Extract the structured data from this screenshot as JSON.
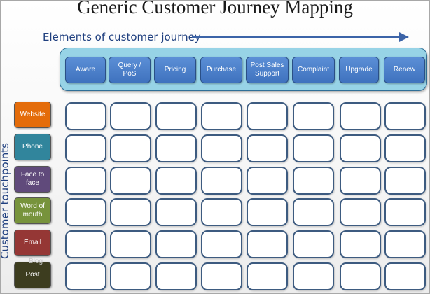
{
  "title": "Generic Customer Journey Mapping",
  "elements_heading": "Elements of customer journey",
  "touchpoints_heading": "Customer touchpoints",
  "stages": [
    {
      "label": "Aware"
    },
    {
      "label": "Query /\nPoS"
    },
    {
      "label": "Pricing"
    },
    {
      "label": "Purchase"
    },
    {
      "label": "Post Sales\nSupport"
    },
    {
      "label": "Complaint"
    },
    {
      "label": "Upgrade"
    },
    {
      "label": "Renew"
    }
  ],
  "touchpoints": [
    {
      "label": "Website",
      "color": "#e46c0a"
    },
    {
      "label": "Phone",
      "color": "#31859c"
    },
    {
      "label": "Face to\nface",
      "color": "#604a7b"
    },
    {
      "label": "Word of\nmouth",
      "color": "#77933c"
    },
    {
      "label": "Email",
      "color": "#953735"
    },
    {
      "label": "Post",
      "color": "#3d3d1f"
    }
  ],
  "faint_text": "Blog",
  "colors": {
    "stage_fill": "#4a7ec9",
    "band_fill": "#97d3e6",
    "cell_border": "#3d5b80",
    "heading_text": "#1f3f7f",
    "arrow": "#3c64a8"
  }
}
